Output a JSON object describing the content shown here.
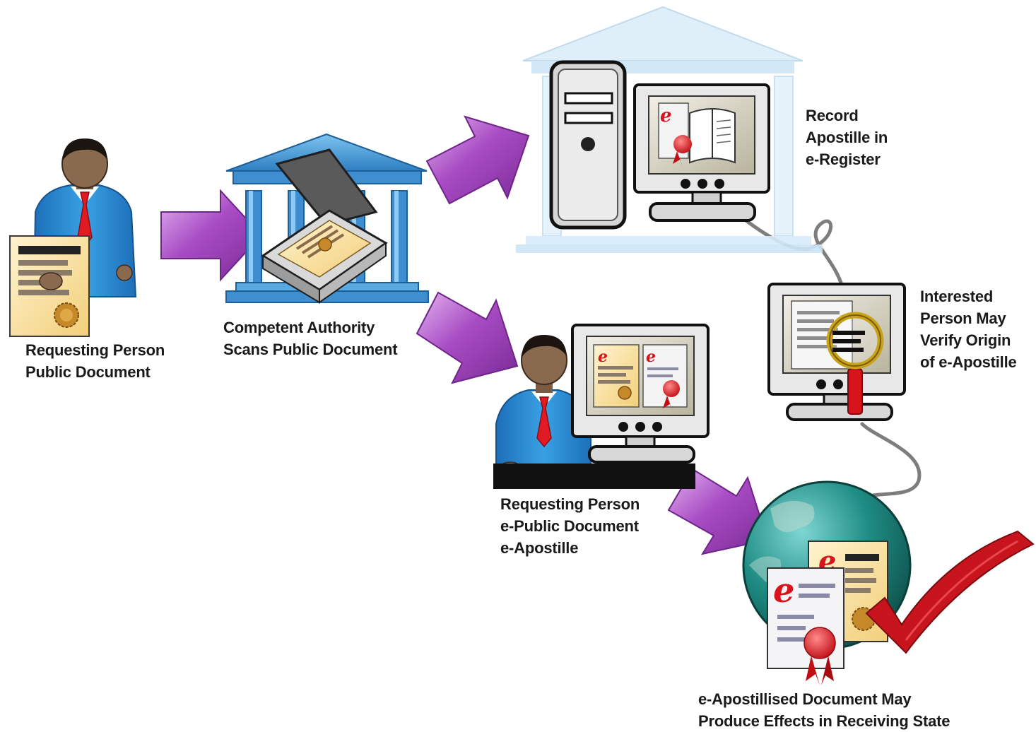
{
  "steps": {
    "requesting": {
      "line1": "Requesting Person",
      "line2": "Public Document"
    },
    "authority": {
      "line1": "Competent Authority",
      "line2": "Scans Public Document"
    },
    "record": {
      "line1": "Record",
      "line2": "Apostille in",
      "line3": "e-Register"
    },
    "eapostille": {
      "line1": "Requesting Person",
      "line2": "e-Public Document",
      "line3": "e-Apostille"
    },
    "verify": {
      "line1": "Interested",
      "line2": "Person May",
      "line3": "Verify Origin",
      "line4": "of e-Apostille"
    },
    "effects": {
      "line1": "e-Apostillised Document May",
      "line2": "Produce Effects in Receiving State"
    }
  },
  "colors": {
    "arrow": "#9a3fb0",
    "arrow_light": "#d7a6e6",
    "building_blue": "#4aa3dd",
    "building_pale": "#dceefa",
    "shirt": "#2e8fd6",
    "tie": "#e01b24",
    "skin": "#8a6a4f",
    "paper": "#f6dfa0",
    "globe": "#1f7a72",
    "check": "#c8141c"
  },
  "icons": {
    "person": "person-icon",
    "building": "government-building-icon",
    "scanner": "scanner-icon",
    "computer": "computer-icon",
    "magnifier": "magnifier-icon",
    "globe": "globe-icon",
    "check": "checkmark-icon",
    "certificate": "certificate-icon"
  }
}
